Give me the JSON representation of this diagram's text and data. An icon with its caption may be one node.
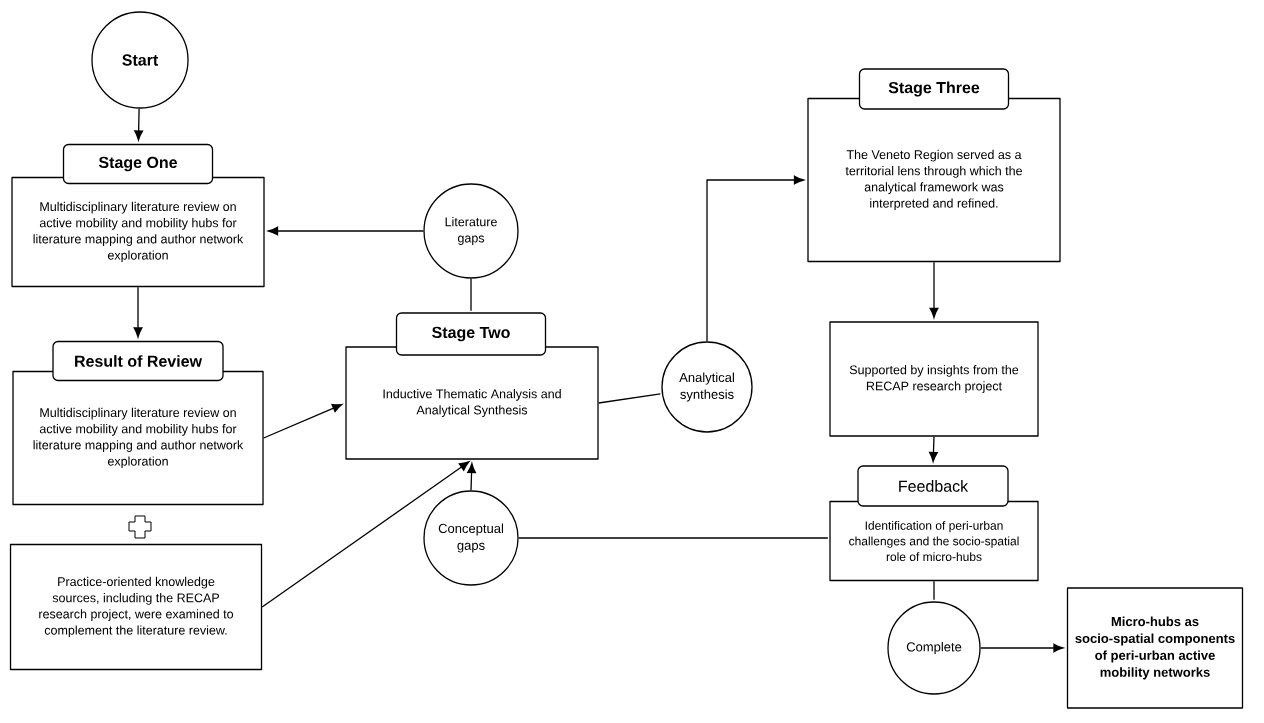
{
  "diagram": {
    "nodes": [
      {
        "text": [
          "Start"
        ]
      },
      {
        "text": [
          "Stage One",
          "Multidisciplinary literature review on active mobility and mobility hubs for literature mapping and author network exploration"
        ]
      },
      {
        "text": [
          "Literature gaps"
        ]
      },
      {
        "text": [
          "Result of Review",
          "Multidisciplinary literature review on active mobility and mobility hubs for literature mapping and author network exploration"
        ]
      },
      {
        "text": [
          "Practice-oriented knowledge sources, including the RECAP research project, were examined to complement the literature review."
        ]
      },
      {
        "text": [
          "Stage Two",
          "Inductive Thematic Analysis and Analytical Synthesis"
        ]
      },
      {
        "text": [
          "Analytical synthesis"
        ]
      },
      {
        "text": [
          "Conceptual gaps"
        ]
      },
      {
        "text": [
          "Stage Three",
          "The Veneto Region served as a territorial lens through which the analytical framework was interpreted and refined."
        ]
      },
      {
        "text": [
          "Supported by insights from the RECAP research project"
        ]
      },
      {
        "text": [
          "Feedback",
          "Identification of peri-urban challenges and the socio-spatial role of micro-hubs"
        ]
      },
      {
        "text": [
          "Complete"
        ]
      },
      {
        "text": [
          "Micro-hubs as socio-spatial components of peri-urban active mobility networks"
        ]
      }
    ],
    "edges": [
      {
        "from": 0,
        "to": 1,
        "arrow": "to"
      },
      {
        "from": 2,
        "to": 1,
        "arrow": "to"
      },
      {
        "from": 2,
        "to": 5,
        "arrow": "none"
      },
      {
        "from": 1,
        "to": 3,
        "arrow": "to"
      },
      {
        "from": 3,
        "to": 5,
        "arrow": "to"
      },
      {
        "from": 4,
        "to": 5,
        "arrow": "to"
      },
      {
        "from": 7,
        "to": 5,
        "arrow": "to"
      },
      {
        "from": 5,
        "to": 6,
        "arrow": "none"
      },
      {
        "from": 6,
        "to": 8,
        "arrow": "to"
      },
      {
        "from": 8,
        "to": 9,
        "arrow": "to"
      },
      {
        "from": 9,
        "to": 10,
        "arrow": "to"
      },
      {
        "from": 7,
        "to": 10,
        "arrow": "none"
      },
      {
        "from": 10,
        "to": 11,
        "arrow": "none"
      },
      {
        "from": 11,
        "to": 12,
        "arrow": "to"
      }
    ]
  }
}
